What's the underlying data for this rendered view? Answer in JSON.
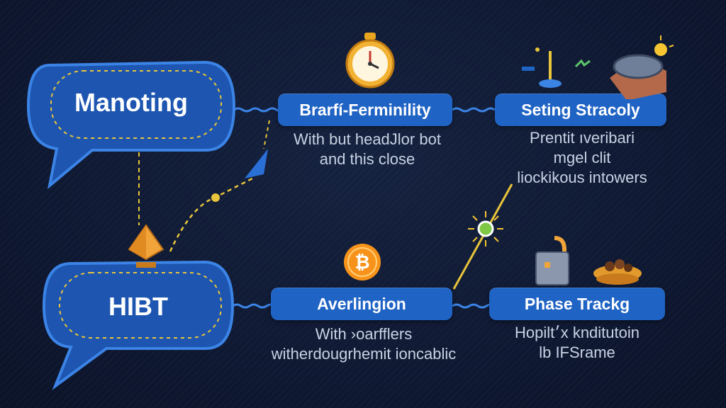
{
  "nodes": {
    "bubble_top": {
      "label": "Manoting"
    },
    "bubble_bottom": {
      "label": "HIBT"
    },
    "step1": {
      "title": "Brarfí-Ferminility",
      "caption": [
        "With but headJlor bot",
        "and this close"
      ]
    },
    "step2": {
      "title": "Seting Stracoly",
      "caption": [
        "Prentit ıveribari",
        "mgel clit",
        "liockikous intowers"
      ]
    },
    "step3": {
      "title": "Averlingion",
      "caption": [
        "With ›oarfflers",
        "witherdougrhemit ioncablic"
      ]
    },
    "step4": {
      "title": "Phase Trackg",
      "caption": [
        "Hopilt׳x knditutoin",
        "lb IFSrame"
      ]
    }
  },
  "icons": [
    "stopwatch-icon",
    "satellite-dish-icon",
    "ethereum-diamond-icon",
    "bitcoin-coin-icon",
    "lightbulb-spark-icon",
    "padlock-icon",
    "food-bowl-icon"
  ],
  "colors": {
    "background": "#101a33",
    "accent": "#1f63c4",
    "connector": "#e8c53a",
    "text": "#ffffff"
  }
}
